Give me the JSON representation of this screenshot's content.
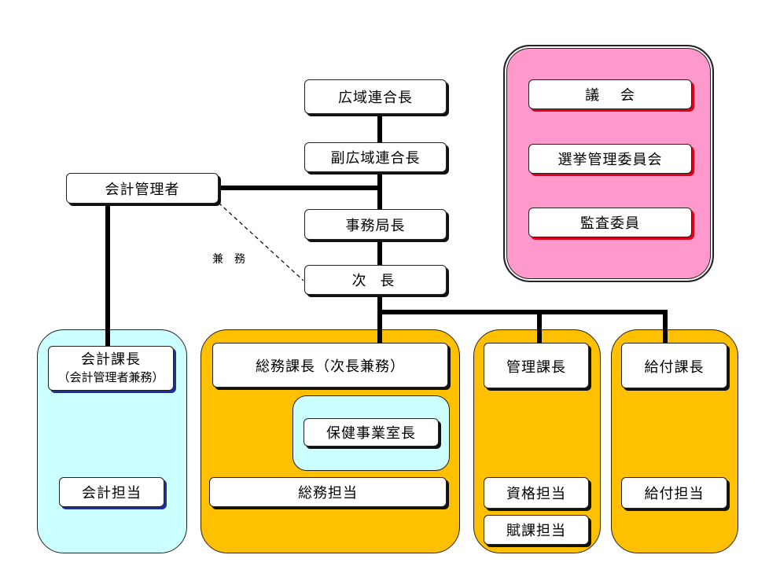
{
  "colors": {
    "council_group": "#ff99cc",
    "accounting_group": "#ccffff",
    "section_groups": "#ffc000",
    "health_office": "#ccffff",
    "council_shadow": "#e0001b",
    "accounting_shadow": "#1a2ea8",
    "default_shadow": "#111111"
  },
  "council": {
    "assembly": "議　 会",
    "election_committee": "選挙管理委員会",
    "auditor": "監査委員"
  },
  "hierarchy": {
    "regional_head": "広域連合長",
    "vice_regional_head": "副広域連合長",
    "secretariat_director": "事務局長",
    "deputy_director": "次 長"
  },
  "accounting": {
    "manager": "会計管理者",
    "concurrent_label": "兼　務",
    "section_chief": "会計課長",
    "section_chief_note": "（会計管理者兼務）",
    "staff": "会計担当"
  },
  "general_affairs": {
    "section_chief": "総務課長（次長兼務）",
    "health_office_chief": "保健事業室長",
    "staff": "総務担当"
  },
  "management": {
    "section_chief": "管理課長",
    "staff_qualification": "資格担当",
    "staff_assessment": "賦課担当"
  },
  "benefits": {
    "section_chief": "給付課長",
    "staff": "給付担当"
  }
}
